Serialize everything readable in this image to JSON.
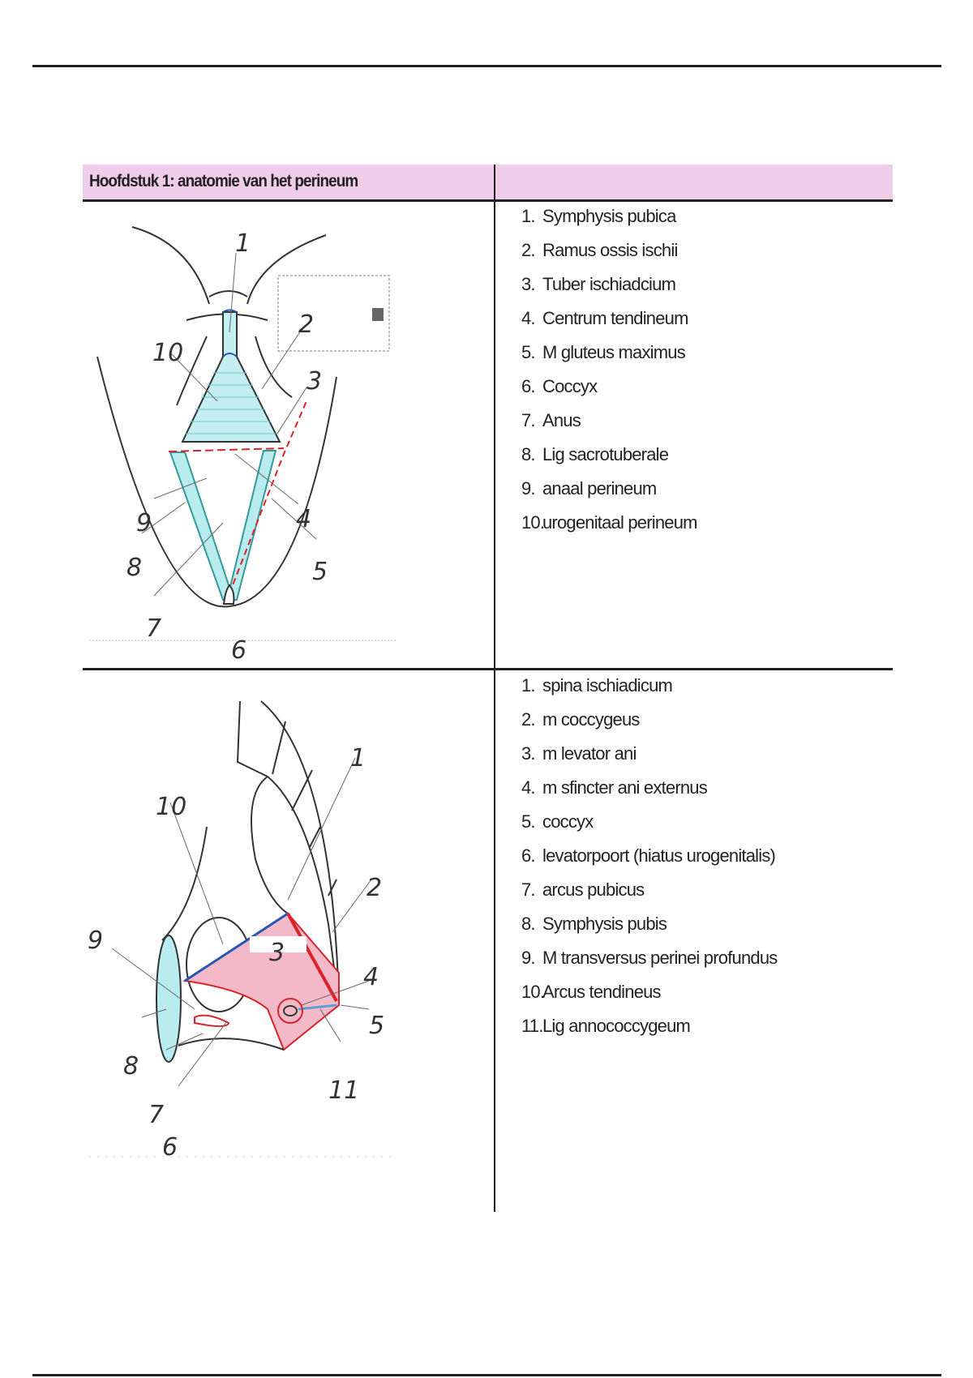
{
  "header": {
    "title": "Hoofdstuk 1: anatomie van het perineum"
  },
  "section1": {
    "items": [
      {
        "num": "1.",
        "text": "Symphysis pubica"
      },
      {
        "num": "2.",
        "text": "Ramus ossis ischii"
      },
      {
        "num": "3.",
        "text": "Tuber ischiadcium"
      },
      {
        "num": "4.",
        "text": "Centrum tendineum"
      },
      {
        "num": "5.",
        "text": "M gluteus maximus"
      },
      {
        "num": "6.",
        "text": "Coccyx"
      },
      {
        "num": "7.",
        "text": "Anus"
      },
      {
        "num": "8.",
        "text": "Lig sacrotuberale"
      },
      {
        "num": "9.",
        "text": "anaal perineum"
      },
      {
        "num": "10.",
        "text": "urogenitaal perineum"
      }
    ],
    "figure_labels": [
      "1",
      "2",
      "3",
      "4",
      "5",
      "6",
      "7",
      "8",
      "9",
      "10"
    ]
  },
  "section2": {
    "items": [
      {
        "num": "1.",
        "text": "spina ischiadicum"
      },
      {
        "num": "2.",
        "text": "m coccygeus"
      },
      {
        "num": "3.",
        "text": "m levator ani"
      },
      {
        "num": "4.",
        "text": "m sfincter ani externus"
      },
      {
        "num": "5.",
        "text": "coccyx"
      },
      {
        "num": "6.",
        "text": "levatorpoort (hiatus urogenitalis)"
      },
      {
        "num": "7.",
        "text": "arcus pubicus"
      },
      {
        "num": "8.",
        "text": "Symphysis pubis"
      },
      {
        "num": "9.",
        "text": "M transversus perinei profundus"
      },
      {
        "num": "10.",
        "text": "Arcus tendineus"
      },
      {
        "num": "11.",
        "text": "Lig annococcygeum"
      }
    ],
    "figure_labels": [
      "1",
      "2",
      "3",
      "4",
      "5",
      "6",
      "7",
      "8",
      "9",
      "10",
      "11"
    ]
  },
  "colors": {
    "header_bg": "#efcde9",
    "cyan": "#b8ecef",
    "red": "#d8232a",
    "blue": "#2855b8"
  }
}
